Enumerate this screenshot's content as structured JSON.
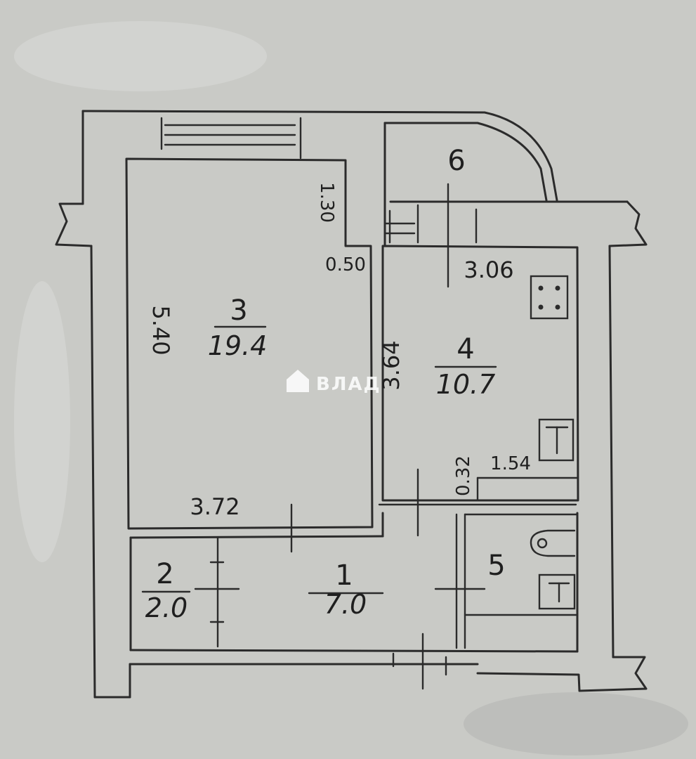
{
  "rooms": [
    {
      "number": "1",
      "area": "7.0"
    },
    {
      "number": "2",
      "area": "2.0"
    },
    {
      "number": "3",
      "area": "19.4"
    },
    {
      "number": "4",
      "area": "10.7"
    },
    {
      "number": "5"
    },
    {
      "number": "6"
    }
  ],
  "dimensions": {
    "room3_width": "3.72",
    "room3_length": "5.40",
    "niche_depth": "1.30",
    "niche_width": "0.50",
    "kitchen_width": "3.06",
    "kitchen_length": "3.64",
    "bath_width": "1.54",
    "bath_offset": "0.32"
  },
  "watermark": {
    "text": "ВЛАД"
  },
  "colors": {
    "paper": "#c9cac6",
    "ink": "#2b2b2b"
  }
}
